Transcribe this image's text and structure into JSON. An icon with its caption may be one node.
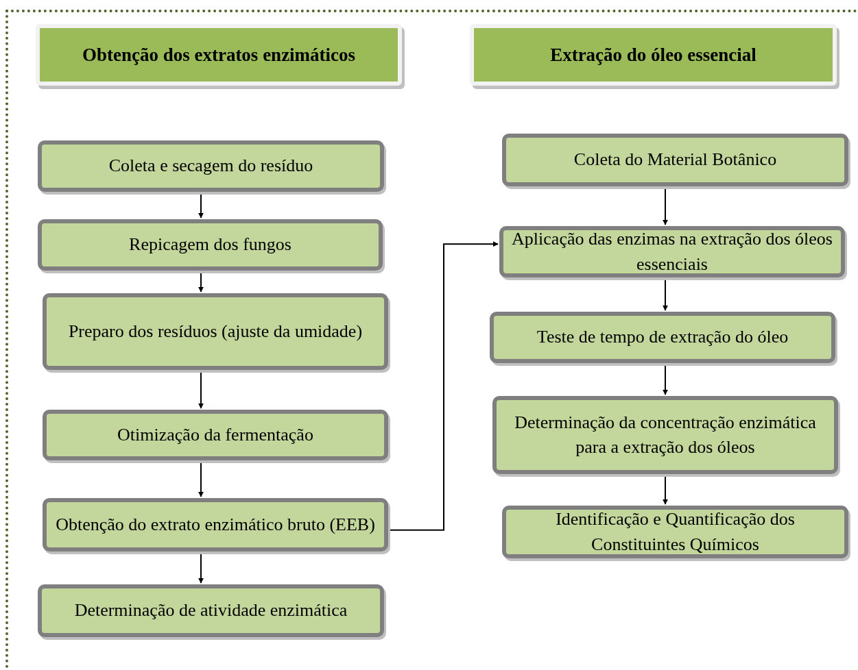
{
  "diagram": {
    "nodes": [
      {
        "text": [
          "Obtenção dos extratos enzimáticos"
        ]
      },
      {
        "text": [
          "Extração do óleo essencial"
        ]
      },
      {
        "text": [
          "Coleta e secagem do resíduo"
        ]
      },
      {
        "text": [
          "Repicagem dos fungos"
        ]
      },
      {
        "text": [
          "Preparo dos resíduos (ajuste da umidade)"
        ]
      },
      {
        "text": [
          "Otimização da fermentação"
        ]
      },
      {
        "text": [
          "Obtenção do extrato enzimático bruto (EEB)"
        ]
      },
      {
        "text": [
          "Determinação de atividade enzimática"
        ]
      },
      {
        "text": [
          "Coleta do Material Botânico"
        ]
      },
      {
        "text": [
          "Aplicação das enzimas na extração dos óleos essenciais"
        ]
      },
      {
        "text": [
          "Teste de tempo de extração do óleo"
        ]
      },
      {
        "text": [
          "Determinação da concentração enzimática para a extração dos óleos"
        ]
      },
      {
        "text": [
          "Identificação e Quantificação dos Constituintes Químicos"
        ]
      }
    ],
    "edges": [
      {
        "from": 2,
        "to": 3,
        "arrow": "to"
      },
      {
        "from": 3,
        "to": 4,
        "arrow": "to"
      },
      {
        "from": 4,
        "to": 5,
        "arrow": "to"
      },
      {
        "from": 5,
        "to": 6,
        "arrow": "to"
      },
      {
        "from": 6,
        "to": 7,
        "arrow": "to"
      },
      {
        "from": 6,
        "to": 9,
        "arrow": "to"
      },
      {
        "from": 8,
        "to": 9,
        "arrow": "to"
      },
      {
        "from": 9,
        "to": 10,
        "arrow": "to"
      },
      {
        "from": 10,
        "to": 11,
        "arrow": "to"
      },
      {
        "from": 11,
        "to": 12,
        "arrow": "to"
      }
    ]
  }
}
